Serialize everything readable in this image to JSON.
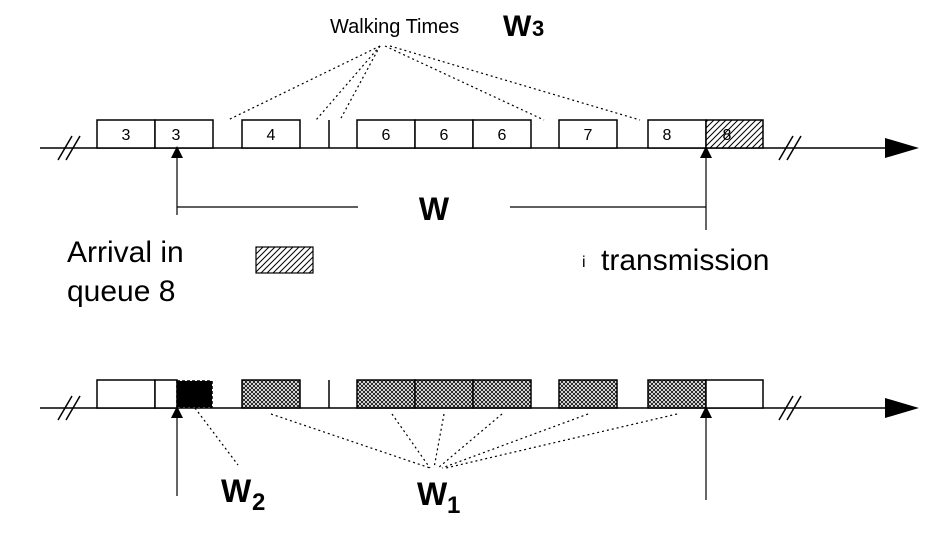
{
  "top_timeline": {
    "walking_times_label": "Walking Times",
    "walking_times_symbol": "W",
    "walking_times_subscript": "3",
    "slot_labels": [
      "3",
      "3",
      "4",
      "6",
      "6",
      "6",
      "7",
      "8",
      "8"
    ],
    "wait_label": "W",
    "arrival_label_line1": "Arrival in",
    "arrival_label_line2": "queue 8",
    "transmission_marker": "i",
    "transmission_label": "transmission"
  },
  "bottom_timeline": {
    "w2_symbol": "W",
    "w2_subscript": "2",
    "w1_symbol": "W",
    "w1_subscript": "1"
  },
  "colors": {
    "line": "#000000",
    "background": "#ffffff"
  }
}
